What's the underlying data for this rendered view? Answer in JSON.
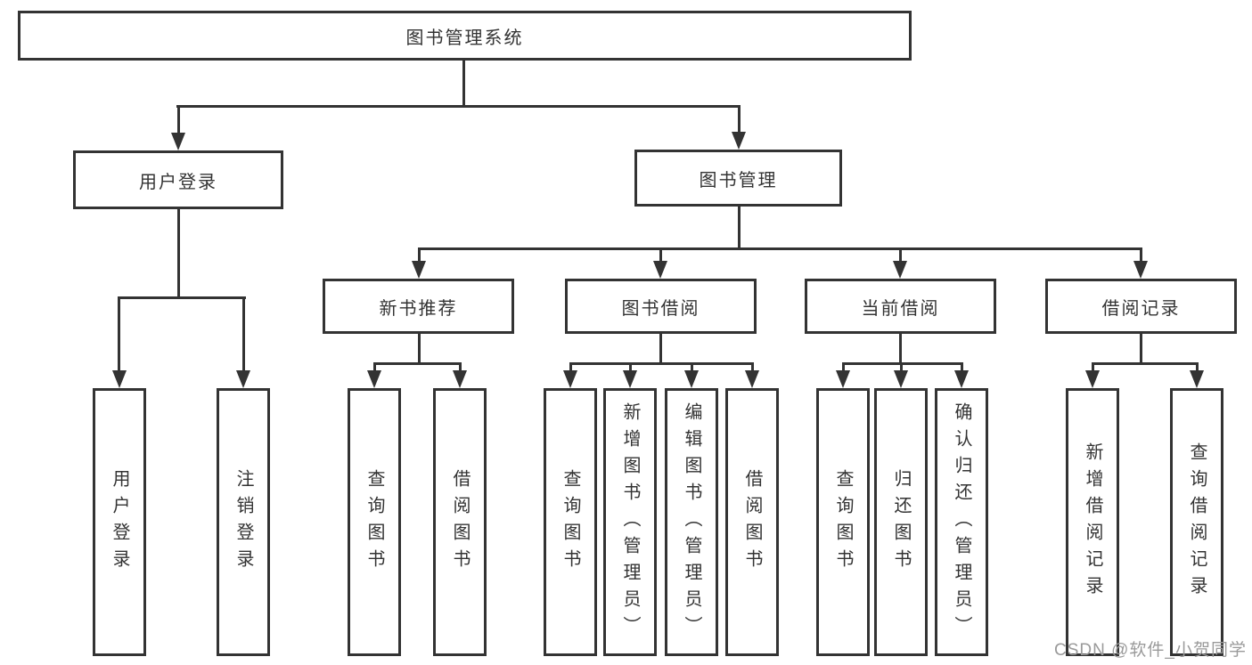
{
  "diagram": {
    "title": "图书管理系统",
    "colors": {
      "line": "#333333",
      "text": "#333333",
      "background": "#ffffff",
      "watermark": "#9a9a9a"
    },
    "tree": {
      "label": "图书管理系统",
      "children": [
        {
          "label": "用户登录",
          "children": [
            {
              "label": "用户登录"
            },
            {
              "label": "注销登录"
            }
          ]
        },
        {
          "label": "图书管理",
          "children": [
            {
              "label": "新书推荐",
              "children": [
                {
                  "label": "查询图书"
                },
                {
                  "label": "借阅图书"
                }
              ]
            },
            {
              "label": "图书借阅",
              "children": [
                {
                  "label": "查询图书"
                },
                {
                  "label": "新增图书（管理员）"
                },
                {
                  "label": "编辑图书（管理员）"
                },
                {
                  "label": "借阅图书"
                }
              ]
            },
            {
              "label": "当前借阅",
              "children": [
                {
                  "label": "查询图书"
                },
                {
                  "label": "归还图书"
                },
                {
                  "label": "确认归还（管理员）"
                }
              ]
            },
            {
              "label": "借阅记录",
              "children": [
                {
                  "label": "新增借阅记录"
                },
                {
                  "label": "查询借阅记录"
                }
              ]
            }
          ]
        }
      ]
    },
    "watermark": "CSDN @软件_小贺同学"
  }
}
